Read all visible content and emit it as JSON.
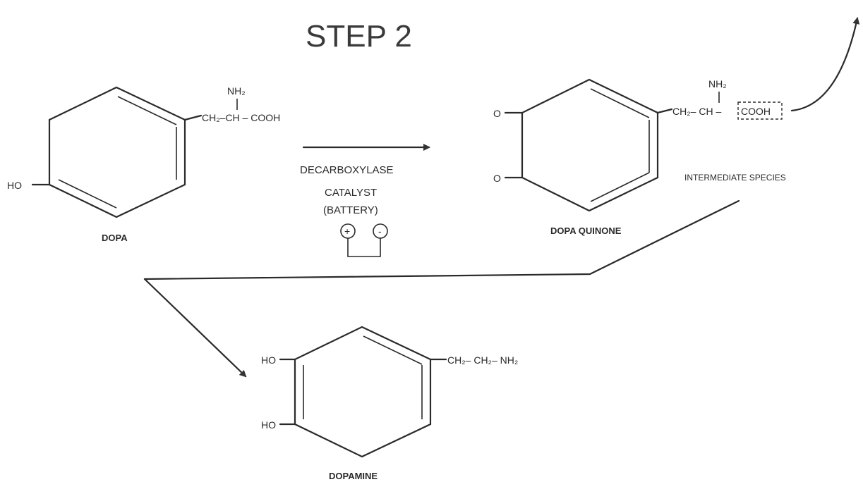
{
  "title": "STEP 2",
  "molecules": {
    "dopa": {
      "name": "DOPA",
      "substituent_ho": "HO",
      "side_chain": "CH₂–CH – COOH",
      "amine": "NH₂"
    },
    "dopa_quinone": {
      "name": "DOPA QUINONE",
      "o_top": "O",
      "o_bottom": "O",
      "side_chain": "CH₂– CH –",
      "carboxyl": "COOH",
      "amine": "NH₂",
      "note": "INTERMEDIATE SPECIES"
    },
    "dopamine": {
      "name": "DOPAMINE",
      "ho_top": "HO",
      "ho_bottom": "HO",
      "side_chain": "CH₂– CH₂– NH₂"
    }
  },
  "reaction": {
    "enzyme": "DECARBOXYLASE",
    "catalyst_line1": "CATALYST",
    "catalyst_line2": "(BATTERY)",
    "battery_plus": "+",
    "battery_minus": "-"
  }
}
